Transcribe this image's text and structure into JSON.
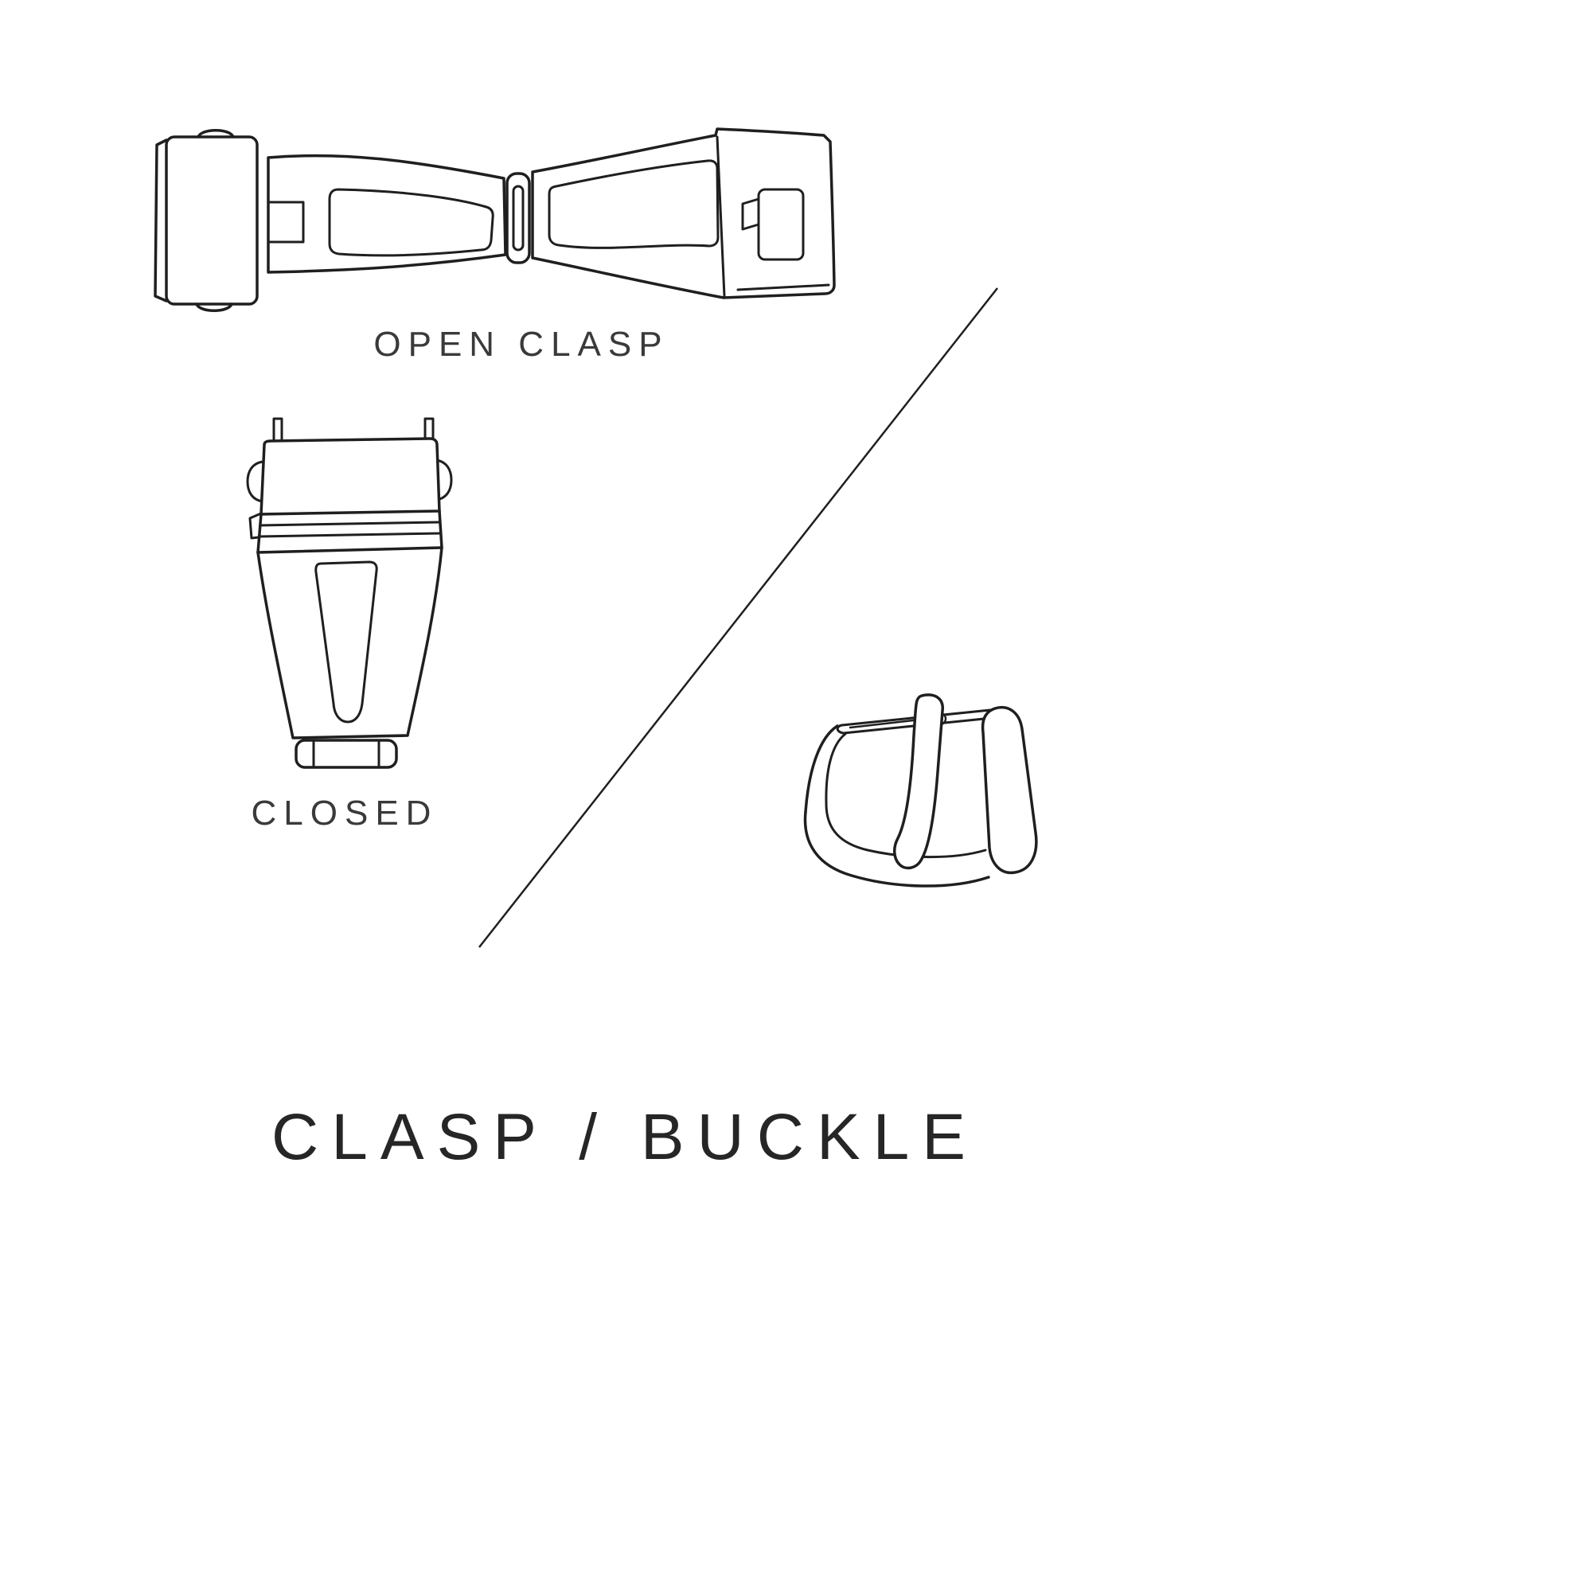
{
  "title": {
    "text": "CLASP / BUCKLE"
  },
  "figures": {
    "open_clasp": {
      "illustration": "open-deployant-clasp",
      "label": "OPEN CLASP"
    },
    "closed_clasp": {
      "illustration": "closed-deployant-clasp",
      "label": "CLOSED"
    },
    "tang_buckle": {
      "illustration": "tang-buckle"
    }
  },
  "divider": {
    "type": "diagonal-line"
  },
  "colors": {
    "background": "#ffffff",
    "line": "#1f1f1f",
    "text": "#2f2f2f"
  }
}
